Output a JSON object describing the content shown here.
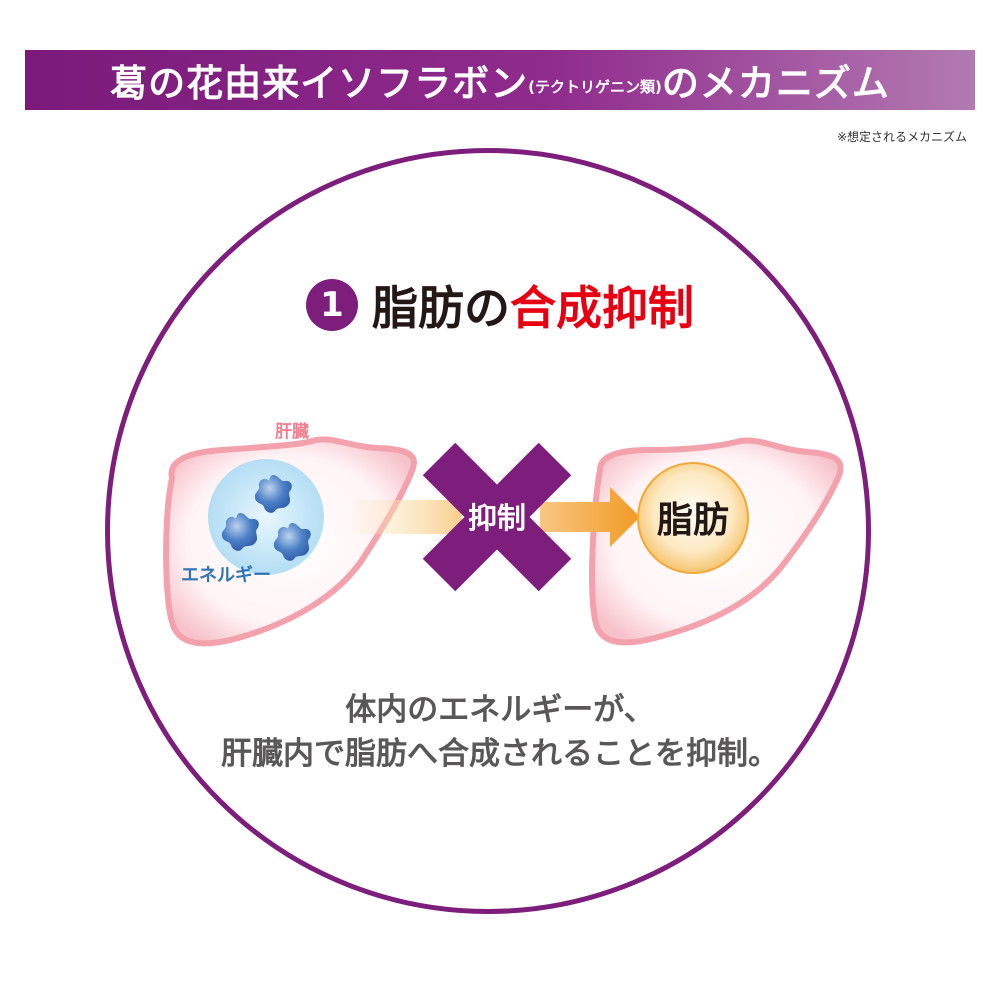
{
  "banner": {
    "title_main": "葛の花由来イソフラボン",
    "title_paren": "(テクトリゲニン類)",
    "title_end": "のメカニズム"
  },
  "note": "※想定されるメカニズム",
  "heading": {
    "number": "1",
    "part_black": "脂肪の",
    "part_red": "合成抑制"
  },
  "diagram": {
    "liver_label": "肝臓",
    "energy_label": "エネルギー",
    "inhibit_label": "抑制",
    "fat_label": "脂肪"
  },
  "caption": {
    "line1": "体内のエネルギーが、",
    "line2": "肝臓内で脂肪へ合成されることを抑制。"
  },
  "colors": {
    "brand_purple": "#7d1e7c",
    "accent_red": "#e60012",
    "liver_pink": "#f3a2ad",
    "energy_blue": "#2f74b5",
    "fat_orange": "#f2a93b"
  }
}
